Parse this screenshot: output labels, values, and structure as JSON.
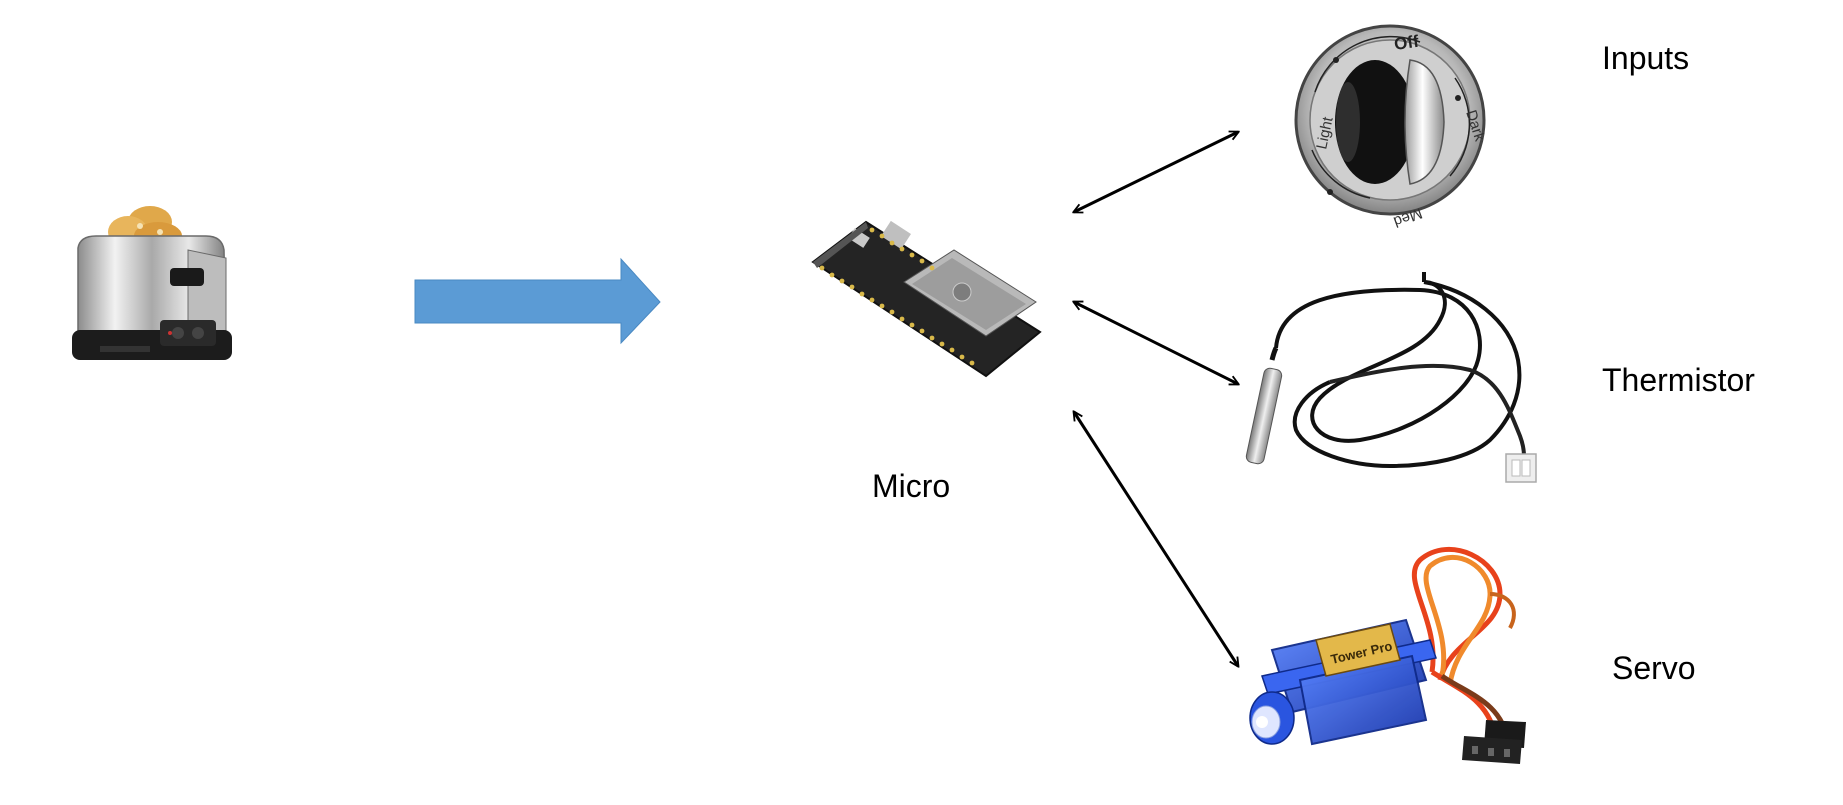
{
  "labels": {
    "inputs": "Inputs",
    "thermistor": "Thermistor",
    "servo": "Servo",
    "micro": "Micro"
  },
  "knob": {
    "marks": [
      "Off",
      "Dark",
      "Med",
      "Light"
    ]
  },
  "servo_sticker": "Tower Pro",
  "colors": {
    "block_arrow": "#5b9bd5",
    "connector": "#000000",
    "servo_body": "#1f4fd1",
    "pcb": "#2a2a2a",
    "toaster_chrome": "#c9c9c9"
  },
  "icons": [
    "toaster-image",
    "block-arrow",
    "esp32-board-image",
    "toaster-knob-image",
    "thermistor-probe-image",
    "servo-motor-image"
  ]
}
